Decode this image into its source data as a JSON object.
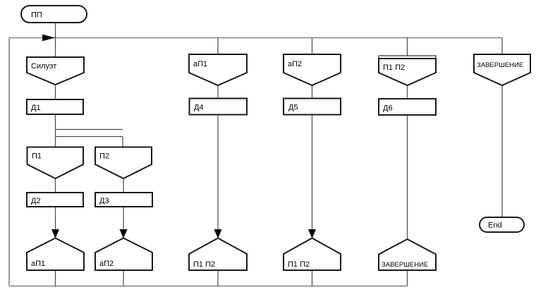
{
  "diagram": {
    "kind": "drakon-silhouette-flowchart",
    "colors": {
      "background": "#ffffff",
      "shape_border": "#1a1a1a",
      "shape_fill": "#ffffff",
      "loop_line": "#909090",
      "connector_line": "#4a4a4a",
      "arrow": "#000000"
    },
    "nodes": {
      "pp": {
        "label": "ПП",
        "shape": "terminator-start"
      },
      "siluet": {
        "label": "Силуэт",
        "shape": "branch-header"
      },
      "d1": {
        "label": "Д1",
        "shape": "action"
      },
      "p1": {
        "label": "П1",
        "shape": "branch-header"
      },
      "p2": {
        "label": "П2",
        "shape": "branch-header"
      },
      "d2": {
        "label": "Д2",
        "shape": "action"
      },
      "d3": {
        "label": "Д3",
        "shape": "action"
      },
      "ap1_address": {
        "label": "аП1",
        "shape": "address"
      },
      "ap2_address": {
        "label": "аП2",
        "shape": "address"
      },
      "ap1_branch": {
        "label": "аП1",
        "shape": "branch-header"
      },
      "d4": {
        "label": "Д4",
        "shape": "action"
      },
      "p1p2_address_a": {
        "label": "П1 П2",
        "shape": "address"
      },
      "ap2_branch": {
        "label": "аП2",
        "shape": "branch-header"
      },
      "d5": {
        "label": "Д5",
        "shape": "action"
      },
      "p1p2_address_b": {
        "label": "П1 П2",
        "shape": "address"
      },
      "p1p2_branch": {
        "label": "П1 П2",
        "shape": "branch-header-double-top"
      },
      "d6": {
        "label": "Д6",
        "shape": "action"
      },
      "zavershenie_address": {
        "label": "ЗАВЕРШЕНИЕ",
        "shape": "address"
      },
      "zavershenie_branch": {
        "label": "ЗАВЕРШЕНИЕ",
        "shape": "branch-header"
      },
      "end": {
        "label": "End",
        "shape": "terminator-end"
      }
    }
  }
}
